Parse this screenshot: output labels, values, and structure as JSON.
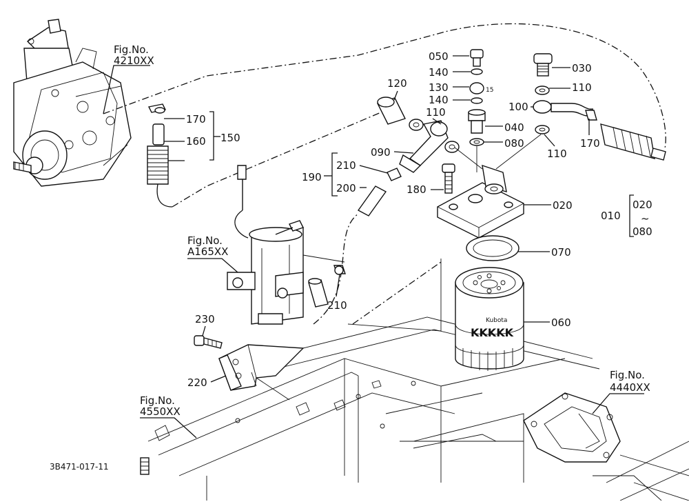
{
  "figure_refs": {
    "pump": "Fig.No.\n4210XX",
    "bracket": "Fig.No.\nA165XX",
    "frame": "Fig.No.\n4550XX",
    "housing": "Fig.No.\n4440XX"
  },
  "fig_label": "Fig.No.",
  "fig_codes": {
    "pump": "4210XX",
    "bracket": "A165XX",
    "frame": "4550XX",
    "housing": "4440XX"
  },
  "parts": {
    "p010": "010",
    "p020": "020",
    "p020b": "020",
    "p030": "030",
    "p040": "040",
    "p050": "050",
    "p060": "060",
    "p070": "070",
    "p080": "080",
    "p080b": "080",
    "p090": "090",
    "p100": "100",
    "p110a": "110",
    "p110b": "110",
    "p110c": "110",
    "p120": "120",
    "p130": "130",
    "p140a": "140",
    "p140b": "140",
    "p150": "150",
    "p160": "160",
    "p170a": "170",
    "p170b": "170",
    "p180": "180",
    "p190": "190",
    "p200": "200",
    "p210a": "210",
    "p210b": "210",
    "p220": "220",
    "p230": "230"
  },
  "range_sep": "~",
  "filter_brand": "Kubota",
  "filter_band": "KKKKK",
  "bolt_mark": "15",
  "drawing_no": "3B471-017-11"
}
